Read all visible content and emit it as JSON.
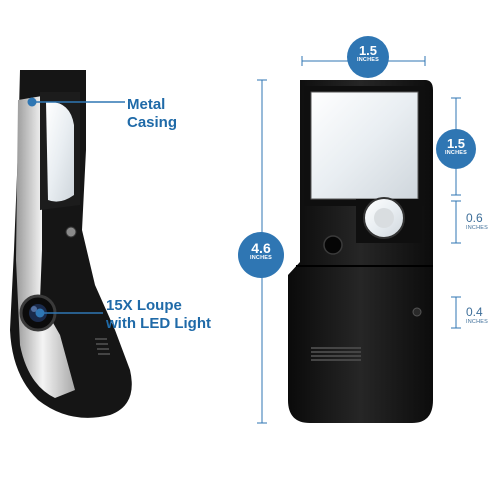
{
  "callouts": {
    "metal_line1": "Metal",
    "metal_line2": "Casing",
    "loupe_line1": "15X Loupe",
    "loupe_line2": "with LED Light"
  },
  "dimensions": {
    "width_top": {
      "value": "1.5",
      "unit": "INCHES"
    },
    "height_total": {
      "value": "4.6",
      "unit": "INCHES"
    },
    "lens_height": {
      "value": "1.5",
      "unit": "INCHES"
    },
    "loupe_height": {
      "value": "0.6",
      "unit": "INCHES"
    },
    "light_height": {
      "value": "0.4",
      "unit": "INCHES"
    }
  },
  "colors": {
    "accent": "#2f76b3",
    "callout_text": "#1f6aa8",
    "device_body": "#141414",
    "metal": "#c9c9c9"
  }
}
